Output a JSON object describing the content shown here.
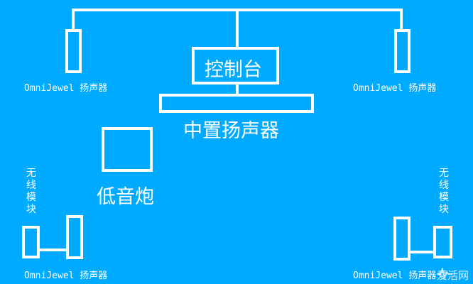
{
  "colors": {
    "background": "#00aaff",
    "lines": "#ffffff",
    "text": "#ffffff"
  },
  "labels": {
    "console": "控制台",
    "center_speaker": "中置扬声器",
    "subwoofer": "低音炮",
    "front_left_speaker": "OmniJewel 扬声器",
    "front_right_speaker": "OmniJewel 扬声器",
    "rear_left_speaker": "OmniJewel 扬声器",
    "rear_right_speaker": "OmniJewel 扬声器",
    "wireless_module_left": "无线模块",
    "wireless_module_right": "无线模块"
  },
  "watermark": {
    "icon": "heartbeat-icon",
    "text": "爱活网"
  }
}
